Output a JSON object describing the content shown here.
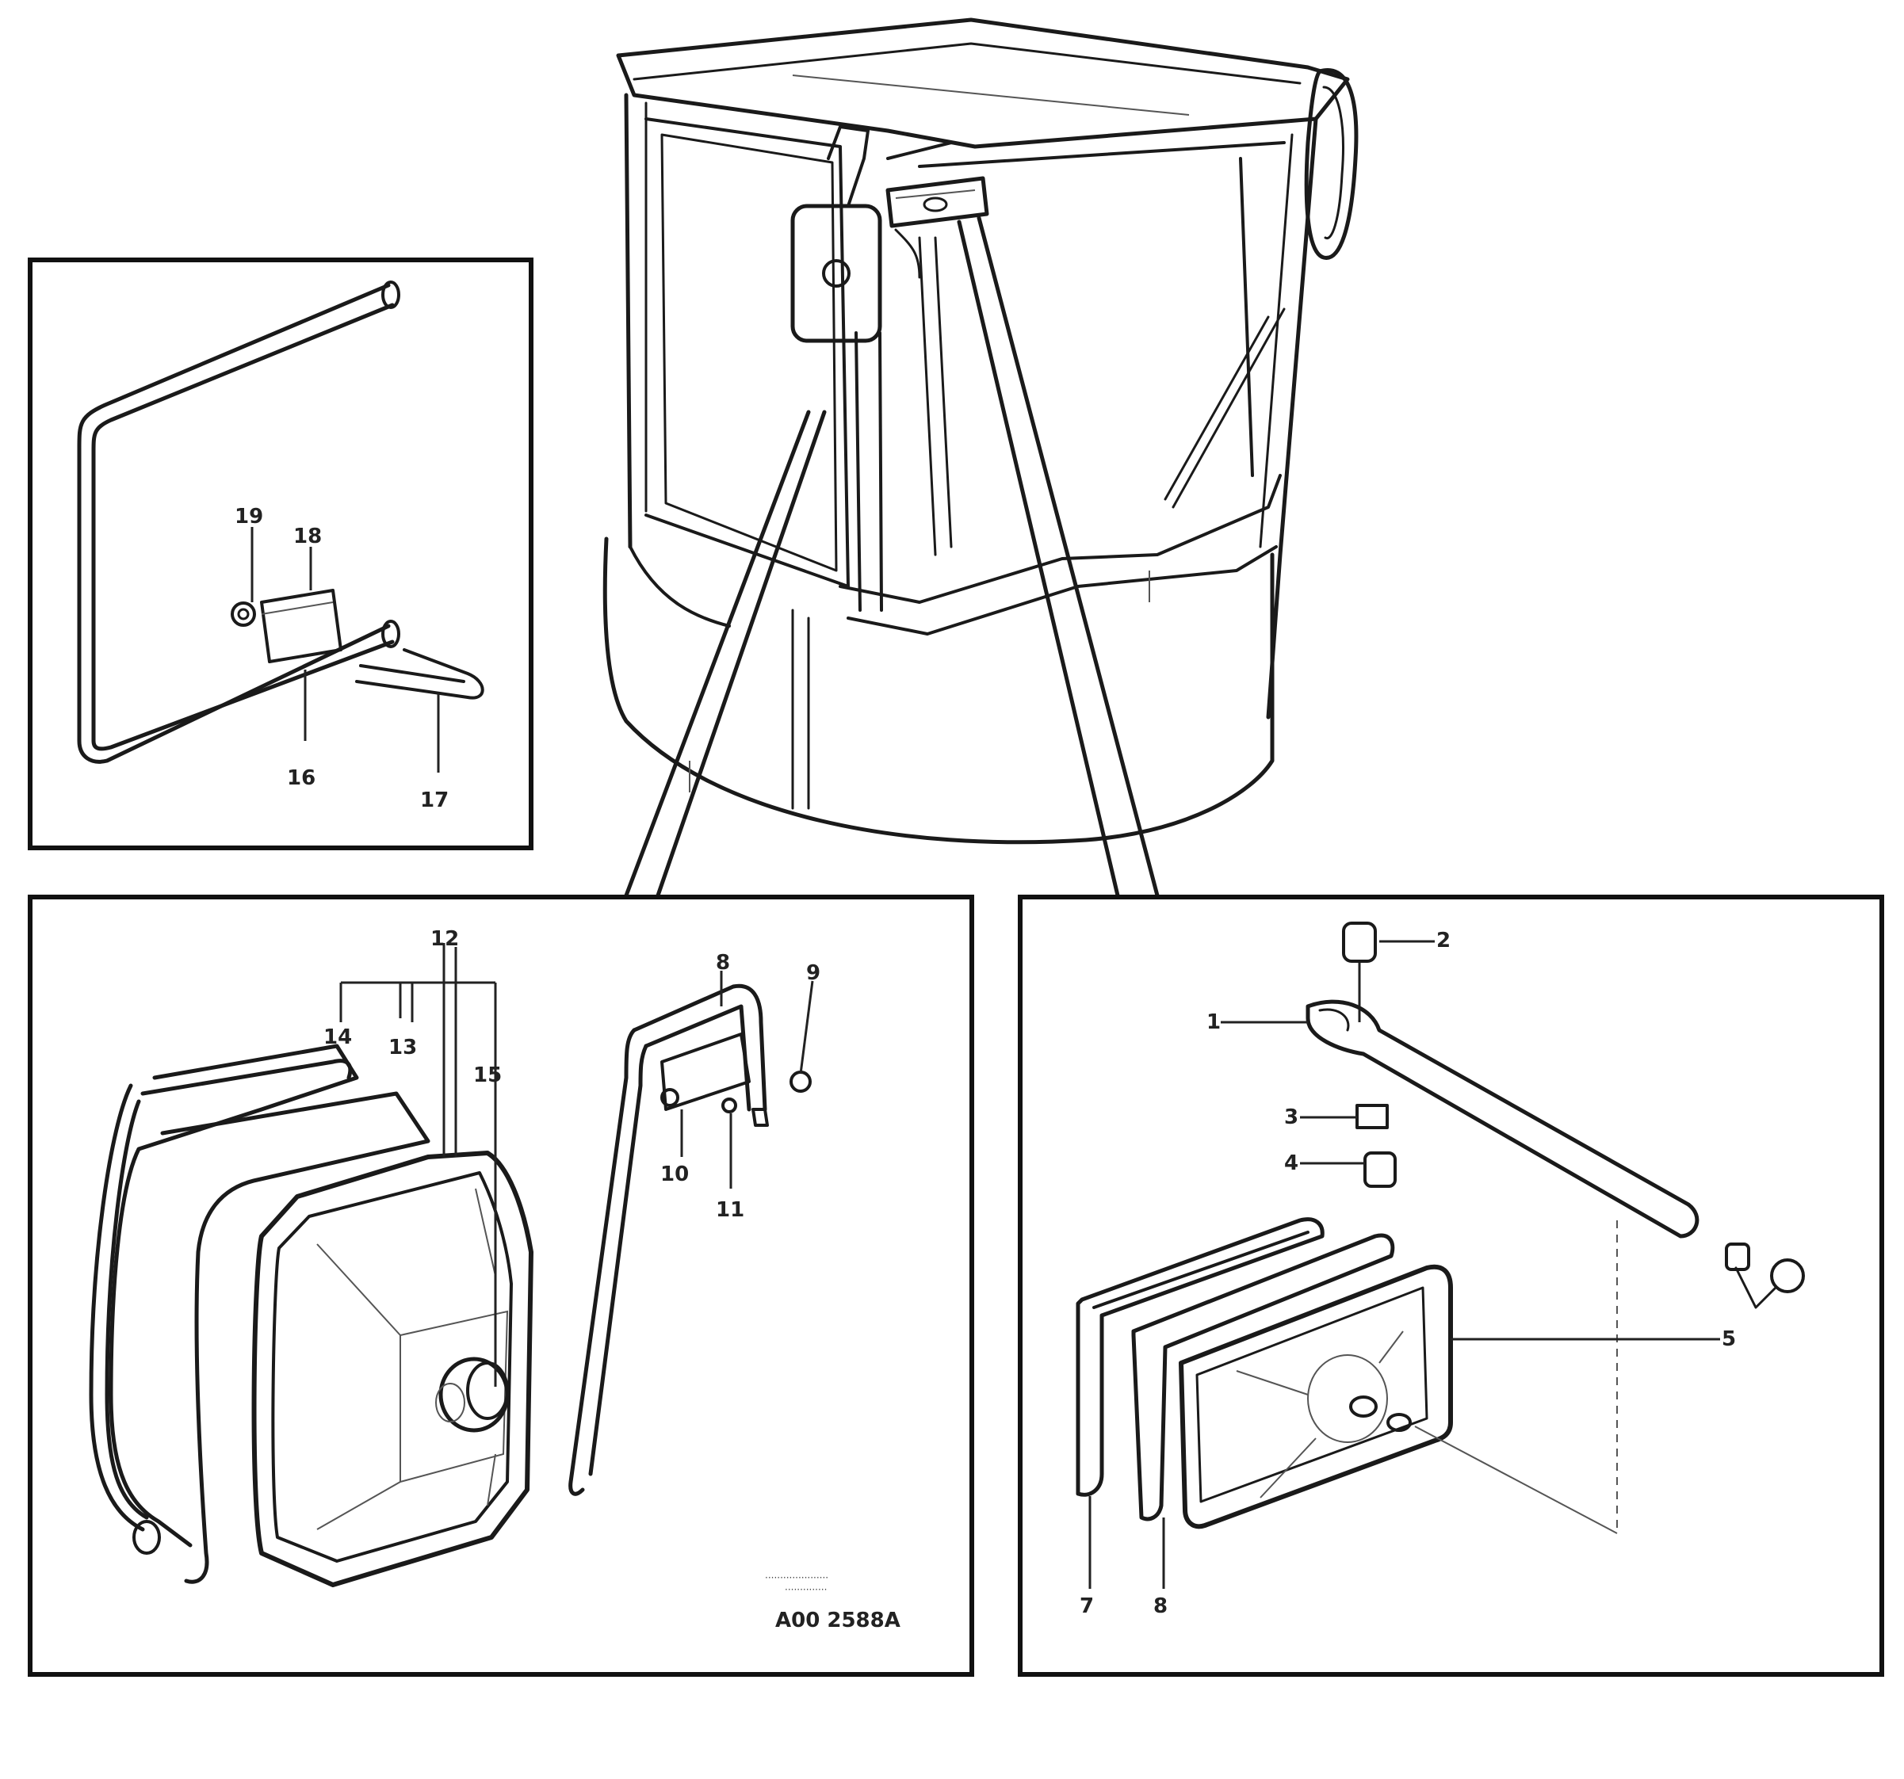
{
  "callouts": {
    "c1": "1",
    "c2": "2",
    "c3": "3",
    "c4": "4",
    "c5": "5",
    "c7": "7",
    "c8": "8",
    "c9": "9",
    "c10": "10",
    "c11": "11",
    "c12": "12",
    "c13": "13",
    "c14": "14",
    "c15": "15",
    "c16": "16",
    "c17": "17",
    "c18": "18",
    "c19": "19"
  },
  "caption": {
    "code": "A00 2588A"
  }
}
